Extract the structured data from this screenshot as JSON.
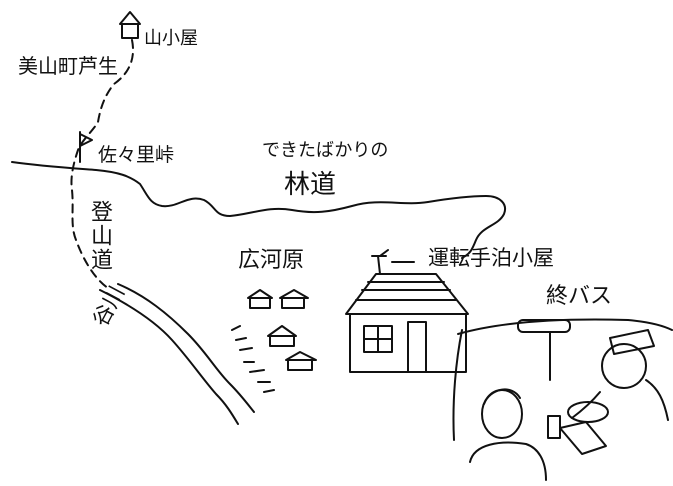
{
  "labels": {
    "mountain_hut": "山小屋",
    "village": "美山町芦生",
    "pass": "佐々里峠",
    "forest_road_caption": "できたばかりの",
    "forest_road": "林道",
    "trail": "登山道",
    "stream": "谷川",
    "riverbank": "広河原",
    "driver_hut": "運転手泊小屋",
    "last_bus": "終バス"
  },
  "colors": {
    "ink": "#111111",
    "paper": "#ffffff"
  },
  "icons": [
    "flag-icon",
    "house-icon",
    "bus-icon",
    "person-icon"
  ]
}
